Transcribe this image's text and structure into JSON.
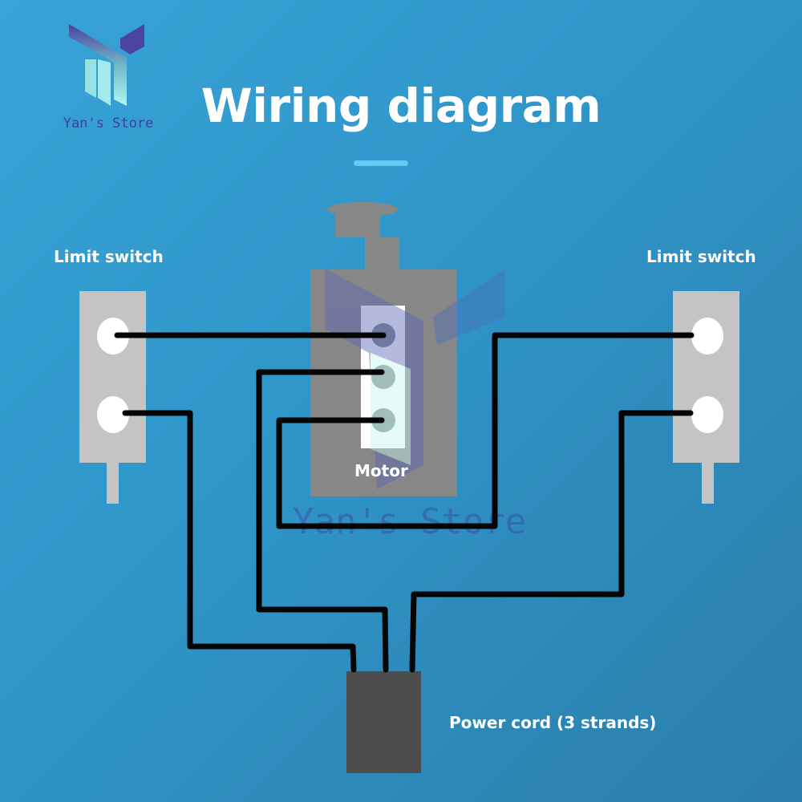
{
  "brand": {
    "name": "Yan's Store",
    "watermark": "Yan's Store",
    "colors": {
      "logo_top": "#4b3f9e",
      "logo_bottom": "#a8f3ea",
      "text": "#3c3fa5"
    }
  },
  "title": "Wiring diagram",
  "labels": {
    "limit_switch_left": "Limit switch",
    "limit_switch_right": "Limit switch",
    "motor": "Motor",
    "power_cord": "Power cord (3 strands)"
  },
  "components": {
    "limit_switch_left": {
      "terminals": 2
    },
    "limit_switch_right": {
      "terminals": 2
    },
    "motor": {
      "terminals": 3
    },
    "power_cord": {
      "strands": 3
    }
  },
  "connections": [
    {
      "from": "limit_switch_left.terminal_1",
      "to": "motor.terminal_1"
    },
    {
      "from": "motor.terminal_2",
      "to": "power_cord.strand_2"
    },
    {
      "from": "motor.terminal_3",
      "to": "limit_switch_right.terminal_1"
    },
    {
      "from": "limit_switch_left.terminal_2",
      "to": "power_cord.strand_1"
    },
    {
      "from": "limit_switch_right.terminal_2",
      "to": "power_cord.strand_3"
    }
  ],
  "colors": {
    "background_top": "#37a3d6",
    "background_bottom": "#2b7ea9",
    "accent_underline": "#63c9f5",
    "wire": "#050505",
    "motor_body": "#878787",
    "switch_body": "#c4c4c4",
    "cord_body": "#4d4d4d"
  }
}
